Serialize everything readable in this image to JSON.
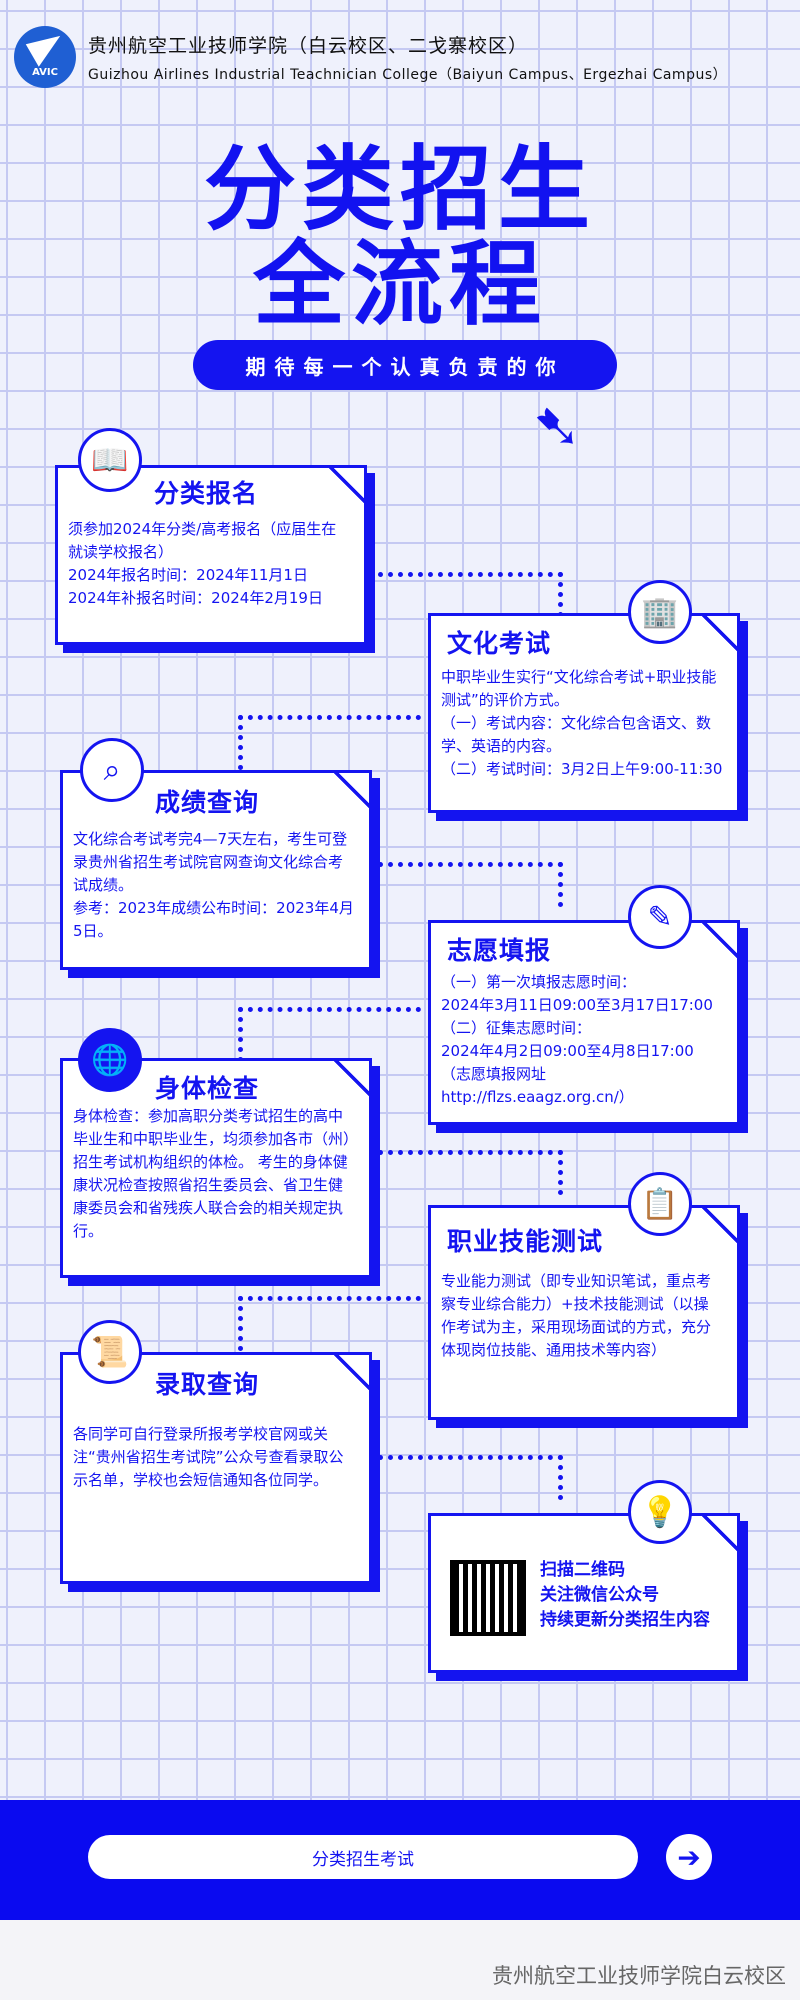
{
  "header": {
    "logo_text": "AVIC",
    "name_cn": "贵州航空工业技师学院（白云校区、二戈寨校区）",
    "name_en": "Guizhou Airlines Industrial Teachnician College（Baiyun Campus、Ergezhai Campus）"
  },
  "title": {
    "line1": "分类招生",
    "line2": "全流程"
  },
  "slogan": "期待每一个认真负责的你",
  "cards": [
    {
      "title": "分类报名",
      "icon": "book-icon",
      "lines": [
        "须参加2024年分类/高考报名（应届生在就读学校报名）",
        "2024年报名时间：2024年11月1日",
        "2024年补报名时间：2024年2月19日"
      ]
    },
    {
      "title": "文化考试",
      "icon": "building-icon",
      "lines": [
        "中职毕业生实行“文化综合考试+职业技能测试”的评价方式。",
        "（一）考试内容：文化综合包含语文、数学、英语的内容。",
        "（二）考试时间：3月2日上午9:00-11:30"
      ]
    },
    {
      "title": "成绩查询",
      "icon": "search-icon",
      "lines": [
        "文化综合考试考完4—7天左右，考生可登录贵州省招生考试院官网查询文化综合考试成绩。",
        "参考：2023年成绩公布时间：2023年4月5日。"
      ]
    },
    {
      "title": "志愿填报",
      "icon": "pencil-icon",
      "lines": [
        "（一）第一次填报志愿时间：",
        "2024年3月11日09:00至3月17日17:00",
        "（二）征集志愿时间：",
        "2024年4月2日09:00至4月8日17:00",
        "（志愿填报网址",
        "http://flzs.eaagz.org.cn/）"
      ]
    },
    {
      "title": "身体检查",
      "icon": "globe-icon",
      "lines": [
        "身体检查：参加高职分类考试招生的高中毕业生和中职毕业生，均须参加各市（州）招生考试机构组织的体检。 考生的身体健康状况检查按照省招生委员会、省卫生健康委员会和省残疾人联合会的相关规定执行。"
      ]
    },
    {
      "title": "职业技能测试",
      "icon": "document-icon",
      "lines": [
        "专业能力测试（即专业知识笔试，重点考察专业综合能力）+技术技能测试（以操作考试为主，采用现场面试的方式，充分体现岗位技能、通用技术等内容）"
      ]
    },
    {
      "title": "录取查询",
      "icon": "certificate-icon",
      "lines": [
        "各同学可自行登录所报考学校官网或关注“贵州省招生考试院”公众号查看录取公示名单，学校也会短信通知各位同学。"
      ]
    }
  ],
  "qr": {
    "icon": "lightbulb-icon",
    "lines": [
      "扫描二维码",
      "关注微信公众号",
      "持续更新分类招生内容"
    ]
  },
  "footer": {
    "search_label": "分类招生考试",
    "go_icon": "arrow-right-icon",
    "bottom_text": "贵州航空工业技师学院白云校区"
  }
}
